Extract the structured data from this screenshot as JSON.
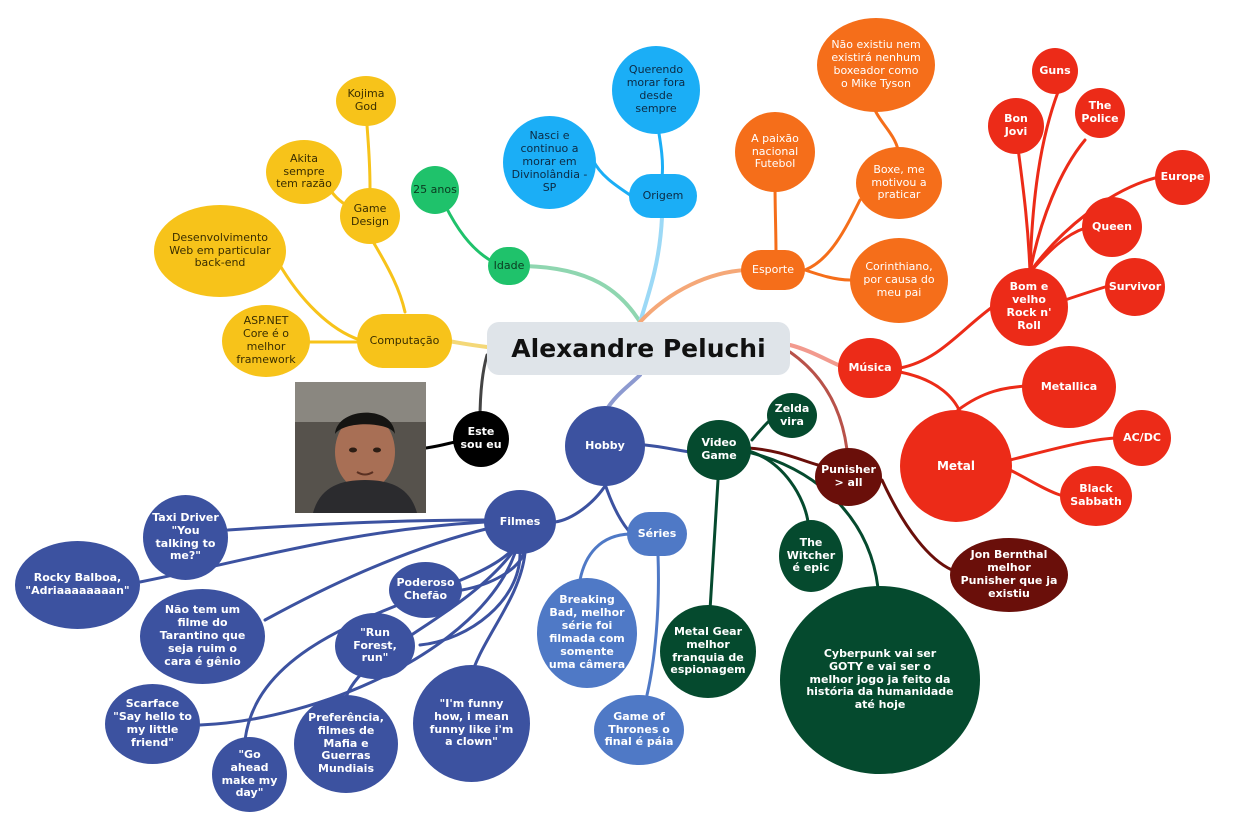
{
  "central_topic": "Alexandre Peluchi",
  "branches": {
    "idade": {
      "label": "Idade",
      "children": [
        "25 anos"
      ]
    },
    "origem": {
      "label": "Origem",
      "children": [
        "Nasci e continuo a morar em Divinolândia - SP",
        "Querendo morar fora desde sempre"
      ]
    },
    "esporte": {
      "label": "Esporte",
      "children": [
        "A paixão nacional Futebol",
        "Boxe, me motivou a praticar",
        "Corinthiano, por causa do meu pai"
      ],
      "boxe_child": "Não existiu nem existirá nenhum boxeador como o Mike Tyson"
    },
    "musica": {
      "label": "Música",
      "classic": "Bom e velho Rock n' Roll",
      "classic_children": [
        "Guns",
        "Bon Jovi",
        "The Police",
        "Europe",
        "Queen",
        "Survivor"
      ],
      "metal": "Metal",
      "metal_children": [
        "Metallica",
        "AC/DC",
        "Black Sabbath"
      ]
    },
    "computacao": {
      "label": "Computação",
      "children": [
        "Desenvolvimento Web em particular back-end",
        "ASP.NET Core é o melhor framework"
      ],
      "game_design": "Game Design",
      "game_design_children": [
        "Kojima God",
        "Akita sempre tem razão"
      ]
    },
    "este_sou_eu": {
      "label": "Este sou eu"
    },
    "hobby": {
      "label": "Hobby",
      "filmes": {
        "label": "Filmes",
        "children": [
          "Taxi Driver \"You talking to me?\"",
          "Rocky Balboa, \"Adriaaaaaaaan\"",
          "Não tem um filme do Tarantino que seja ruim o cara é gênio",
          "Poderoso Chefão",
          "\"Run Forest, run\"",
          "Scarface \"Say hello to my little friend\"",
          "\"Go ahead make my day\"",
          "Preferência, filmes de Mafia e Guerras Mundiais",
          "\"I'm funny how, i mean funny like i'm a clown\""
        ]
      },
      "series": {
        "label": "Séries",
        "children": [
          "Breaking Bad, melhor série foi filmada com somente uma câmera",
          "Game of Thrones o final é páia"
        ]
      },
      "video_game": {
        "label": "Video Game",
        "children": [
          "Zelda vira",
          "The Witcher é epic",
          "Metal Gear melhor franquia de espionagem",
          "Cyberpunk vai ser GOTY e vai ser o melhor jogo ja feito da história da humanidade até hoje"
        ],
        "punisher": "Punisher > all",
        "punisher_child": "Jon Bernthal melhor Punisher que ja existiu"
      }
    }
  },
  "colors": {
    "computacao": "#f7c31a",
    "hobby": "#3c52a0",
    "series": "#4f79c6",
    "origem": "#1baef6",
    "esporte": "#f56e1a",
    "musica": "#ec2b18",
    "idade": "#1fc26b",
    "video_game": "#054a2e",
    "punisher": "#6a0f0a",
    "este_sou_eu": "#000000",
    "center": "#dfe4e9"
  }
}
